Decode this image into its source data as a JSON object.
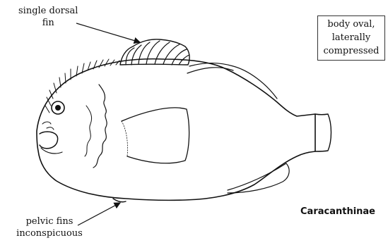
{
  "labels": {
    "dorsal_line1": "single dorsal",
    "dorsal_line2": "fin",
    "pelvic_line1": "pelvic fins",
    "pelvic_line2": "inconspicuous",
    "body_line1": "body oval,",
    "body_line2": "laterally",
    "body_line3": "compressed",
    "taxon": "Caracanthinae"
  }
}
